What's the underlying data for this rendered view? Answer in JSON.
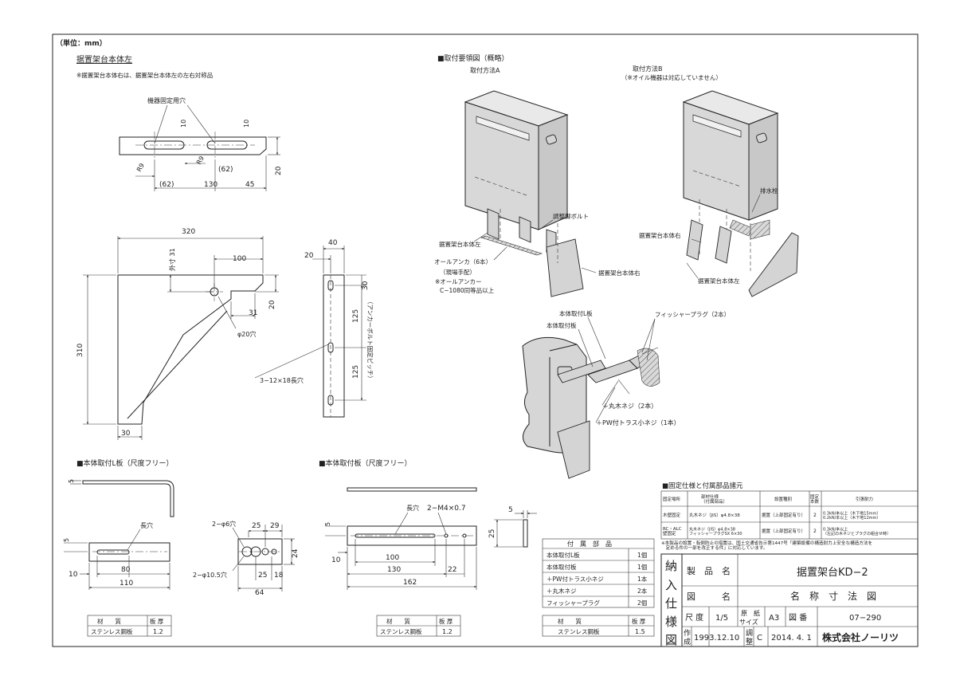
{
  "unit_note": "（単位：mm）",
  "stand_body": {
    "title": "据置架台本体左",
    "note": "※据置架台本体右は、据置架台本体左の左右対称品",
    "fix_hole_label": "機器固定用穴",
    "dims": {
      "r1": "R9",
      "r2": "R9",
      "d10a": "10",
      "d10b": "10",
      "d62a": "(62)",
      "d62b": "(62)",
      "d130": "130",
      "d45": "45",
      "d20": "20"
    }
  },
  "side_view": {
    "dims": {
      "d320": "320",
      "d31top": "外寸 31",
      "d100": "100",
      "d20": "20",
      "d31": "31",
      "d310": "310",
      "d30": "30"
    },
    "hole_label": "φ20穴",
    "slot_label": "3−12×18長穴"
  },
  "end_view": {
    "dims": {
      "d40": "40",
      "d20": "20",
      "d30": "30",
      "d125a": "125",
      "d125b": "125"
    },
    "pitch_label": "（アンカーボルト固定ピッチ）"
  },
  "l_plate": {
    "title": "■本体取付L板（尺度フリー）",
    "dims": {
      "d5": "5",
      "d5b": "5",
      "d10": "10",
      "d80": "80",
      "d110": "110",
      "d24": "24",
      "d25": "25",
      "d29": "29",
      "d25b": "25",
      "d18": "18",
      "d64": "64"
    },
    "slot_label": "長穴",
    "hole6": "2−φ6穴",
    "hole10": "2−φ10.5穴",
    "material": {
      "header_material": "材　　質",
      "header_thickness": "板 厚",
      "material": "ステンレス鋼板",
      "thickness": "1.2"
    }
  },
  "plate": {
    "title": "■本体取付板（尺度フリー）",
    "dims": {
      "d5": "5",
      "d5b": "5",
      "d25": "25",
      "d10": "10",
      "d100": "100",
      "d130": "130",
      "d22": "22",
      "d162": "162"
    },
    "slot_label": "長穴",
    "screw_label": "2−M4×0.7",
    "material": {
      "header_material": "材　　質",
      "header_thickness": "板 厚",
      "material": "ステンレス鋼板",
      "thickness": "1.2"
    }
  },
  "outline": {
    "title": "■取付要領図（概略）",
    "method_a": "取付方法A",
    "method_b": "取付方法B",
    "method_b_note": "（※オイル機器は対応していません）",
    "labels": {
      "adjust_bolt": "調整脚ボルト",
      "stand_left_a": "据置架台本体左",
      "anchor": "オールアンカ（6本）",
      "anchor_local": "（現場手配）",
      "anchor_note1": "※オールアンカー",
      "anchor_note2": "C−1080同等品以上",
      "stand_right_a": "据置架台本体右",
      "drain": "排水栓",
      "stand_right_b": "据置架台本体右",
      "stand_left_b": "据置架台本体左",
      "l_plate": "本体取付L板",
      "plate": "本体取付板",
      "fisher": "フィッシャープラグ（2本）",
      "wood_screw": "＋丸木ネジ（2本）",
      "truss_screw": "＋PW付トラス小ネジ（1本）"
    }
  },
  "accessories": {
    "title": "付　属　部　品",
    "items": [
      {
        "name": "本体取付L板",
        "qty": "1個"
      },
      {
        "name": "本体取付板",
        "qty": "1個"
      },
      {
        "name": "＋PW付トラス小ネジ",
        "qty": "1本"
      },
      {
        "name": "＋丸木ネジ",
        "qty": "2本"
      },
      {
        "name": "フィッシャープラグ",
        "qty": "2個"
      }
    ],
    "material": {
      "header_material": "材　　質",
      "header_thickness": "板 厚",
      "material": "ステンレス鋼板",
      "thickness": "1.5"
    }
  },
  "fix_spec": {
    "title": "■固定仕様と付属部品諸元",
    "headers": [
      "固定場所",
      "部材仕様\n（付属部品）",
      "設置種別",
      "固定\n本数",
      "引張耐力"
    ],
    "rows": [
      {
        "place": "木壁固定",
        "part": "丸木ネジ（JIS）φ4.8×38",
        "type": "据置（上部固定有り）",
        "count": "2",
        "strength": "0.3kN/本以上（木下地15mm）\n0.2kN/本以上（木下地12mm）"
      },
      {
        "place": "RC・ALC\n壁固定",
        "part": "丸木ネジ（JIS）φ4.8×38\nフィッシャープラグSX 6×30",
        "type": "据置（上部固定有り）",
        "count": "2",
        "strength": "0.3kN/本以上\n（左記の木ネジとプラグの組合せ時）"
      }
    ],
    "note": "※本製品の設置・転倒防止の措置は、国土交通省告示第1447号「建築設備の構造耐力上安全な構造方法を\n　定める件の一部を改正する件」に対応しています。"
  },
  "title_block": {
    "left_chars": [
      "納",
      "入",
      "仕",
      "様",
      "図"
    ],
    "product_label": "製　品　名",
    "product_name": "据置架台KD−2",
    "drawing_label": "図　　　名",
    "drawing_name": "名　称　寸　法　図",
    "scale_label": "尺 度",
    "scale": "1/5",
    "paper_label1": "原　紙",
    "paper_label2": "サイズ",
    "paper": "A3",
    "number_label": "図 番",
    "number": "07−290",
    "made_label1": "作",
    "made_label2": "成",
    "made_date": "1993.12.10",
    "adj_label1": "調",
    "adj_label2": "整",
    "adj_rev": "C",
    "adj_date": "2014. 4. 1",
    "company": "株式会社ノーリツ"
  }
}
